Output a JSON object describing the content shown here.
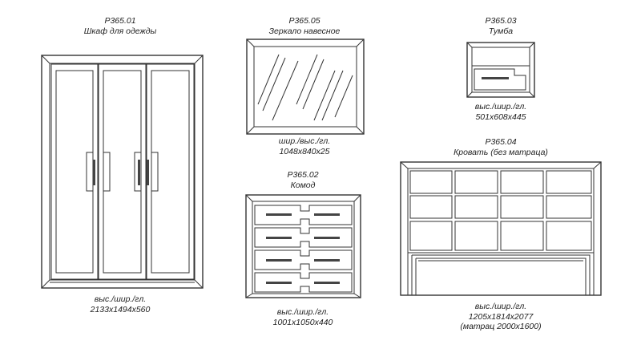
{
  "items": {
    "wardrobe": {
      "code": "Р365.01",
      "name": "Шкаф для одежды",
      "dims_label": "выс./шир./гл.",
      "dims": "2133x1494x560"
    },
    "mirror": {
      "code": "Р365.05",
      "name": "Зеркало навесное",
      "dims_label": "шир./выс./гл.",
      "dims": "1048x840x25"
    },
    "nightstand": {
      "code": "Р365.03",
      "name": "Тумба",
      "dims_label": "выс./шир./гл.",
      "dims": "501x608x445"
    },
    "dresser": {
      "code": "Р365.02",
      "name": "Комод",
      "dims_label": "выс./шир./гл.",
      "dims": "1001x1050x440"
    },
    "bed": {
      "code": "Р365.04",
      "name": "Кровать (без матраца)",
      "dims_label": "выс./шир./гл.",
      "dims": "1205x1814x2077",
      "note": "(матрац 2000x1600)"
    }
  }
}
